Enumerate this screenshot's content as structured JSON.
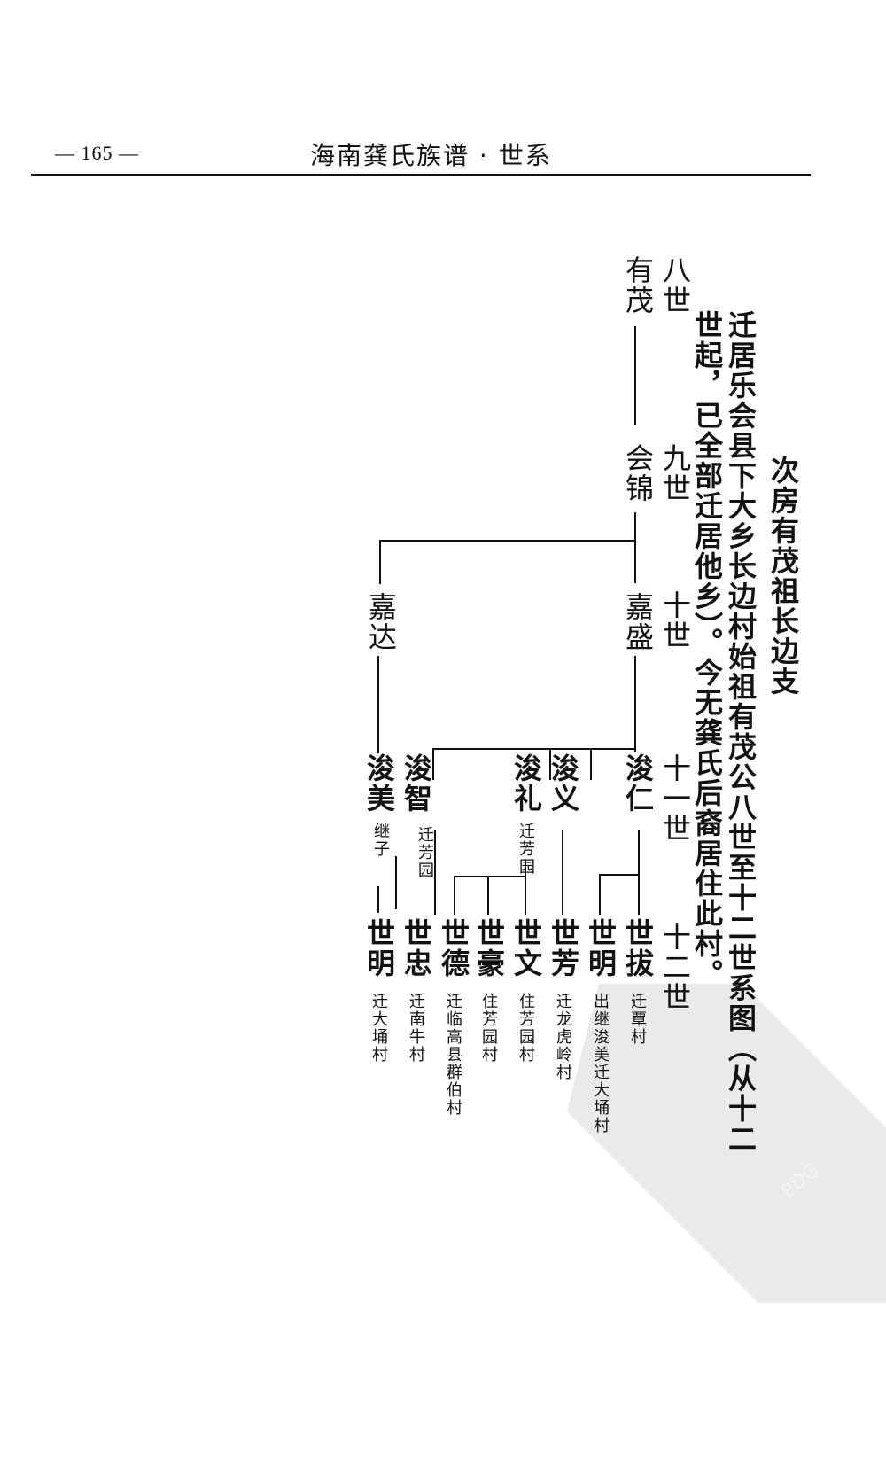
{
  "header": {
    "page_number": "— 165 —",
    "title": "海南龚氏族谱 · 世系"
  },
  "intro": {
    "title": "次房有茂祖长边支",
    "line1": "迁居乐会县下大乡长边村始祖有茂公八世至十二世系图（从十二",
    "line2": "世起，已全部迁居他乡）。今无龚氏后裔居住此村。"
  },
  "generations": {
    "g8": "八世",
    "g9": "九世",
    "g10": "十世",
    "g11": "十一世",
    "g12": "十二世"
  },
  "tree": {
    "g8": [
      {
        "name": "有茂"
      }
    ],
    "g9": [
      {
        "name": "会锦"
      }
    ],
    "g10": [
      {
        "name": "嘉盛"
      },
      {
        "name": "嘉达"
      }
    ],
    "g11": [
      {
        "name": "浚仁"
      },
      {
        "name": "浚义"
      },
      {
        "name": "浚礼",
        "note": "迁芳园"
      },
      {
        "name": "浚智",
        "note": "迁芳园"
      },
      {
        "name": "浚美",
        "note": "继子"
      }
    ],
    "g12": [
      {
        "name": "世拔",
        "note": "迁覃村"
      },
      {
        "name": "世明",
        "note": "出继浚美迁大埇村"
      },
      {
        "name": "世芳",
        "note": "迁龙虎岭村"
      },
      {
        "name": "世文",
        "note": "住芳园村"
      },
      {
        "name": "世豪",
        "note": "住芳园村"
      },
      {
        "name": "世德",
        "note": "迁临高县群伯村"
      },
      {
        "name": "世忠",
        "note": "迁南牛村"
      },
      {
        "name": "世明",
        "note": "迁大埇村"
      }
    ]
  },
  "watermark": {
    "text": "PDG"
  }
}
